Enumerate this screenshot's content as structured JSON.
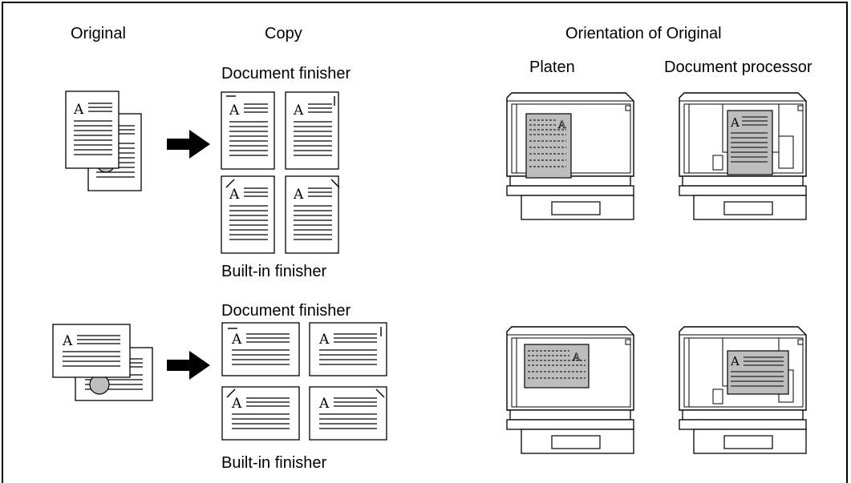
{
  "headings": {
    "original": "Original",
    "copy": "Copy",
    "orientation": "Orientation of Original",
    "platen": "Platen",
    "document_processor": "Document processor"
  },
  "rows": [
    {
      "top_finisher": "Document finisher",
      "bottom_finisher": "Built-in finisher"
    },
    {
      "top_finisher": "Document finisher",
      "bottom_finisher": "Built-in finisher"
    }
  ],
  "page_glyph": "A",
  "colors": {
    "line": "#000000",
    "gray_sheet": "#bdbdbd",
    "background": "#ffffff"
  },
  "icons": [
    "original-pages-icon",
    "arrow-right-icon",
    "copy-page-icon",
    "staple-mark-icon",
    "copier-icon"
  ]
}
